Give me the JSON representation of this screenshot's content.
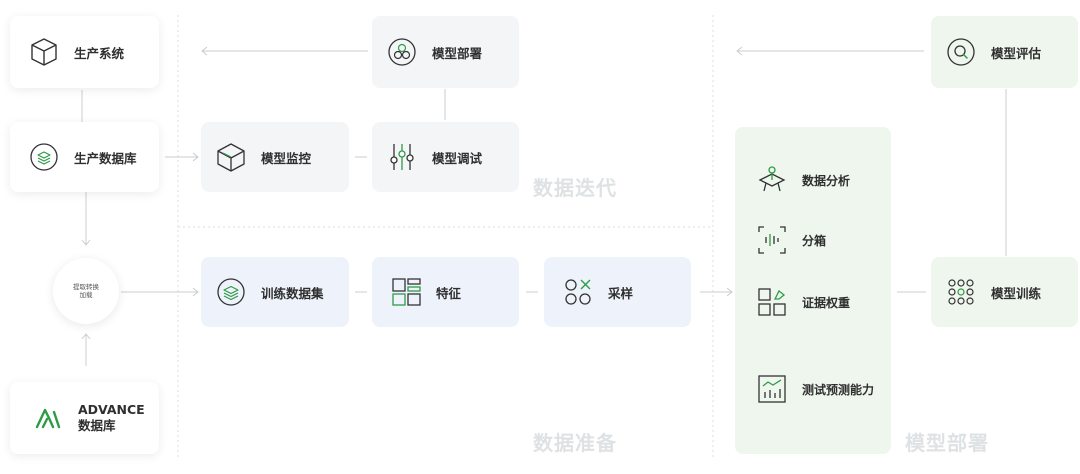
{
  "sections": {
    "iterate": "数据迭代",
    "prepare": "数据准备",
    "deploy": "模型部署"
  },
  "nodes": {
    "prod_system": "生产系统",
    "prod_db": "生产数据库",
    "extract_line1": "提取转换",
    "extract_line2": "加载",
    "advance_line1": "ADVANCE",
    "advance_line2": "数据库",
    "model_deploy": "模型部署",
    "model_monitor": "模型监控",
    "model_tune": "模型调试",
    "train_set": "训练数据集",
    "feature": "特征",
    "sampling": "采样",
    "model_eval": "模型评估",
    "model_train": "模型训练"
  },
  "panel": {
    "items": [
      "数据分析",
      "分箱",
      "证据权重",
      "测试预测能力"
    ]
  },
  "colors": {
    "accent": "#2e9b47",
    "line": "#c9cdd2",
    "dotted": "#dcdcdc"
  },
  "icons": [
    "cube-icon",
    "database-icon",
    "molecule-icon",
    "box-icon",
    "sliders-icon",
    "layers-icon",
    "grid-icon",
    "symbols-icon",
    "search-icon",
    "dots-grid-icon",
    "target-icon",
    "bins-icon",
    "weights-icon",
    "chart-icon",
    "advance-logo"
  ]
}
